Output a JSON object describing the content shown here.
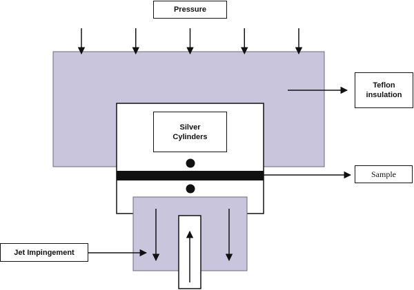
{
  "diagram": {
    "labels": {
      "pressure": "Pressure",
      "teflon": "Teflon insulation",
      "silver": "Silver Cylinders",
      "sample": "Sample",
      "jet": "Jet Impingement"
    },
    "colors": {
      "insulation_fill": "#c8c5dc",
      "line": "#111111",
      "background": "#ffffff"
    },
    "pressure_arrow_count": 5
  }
}
